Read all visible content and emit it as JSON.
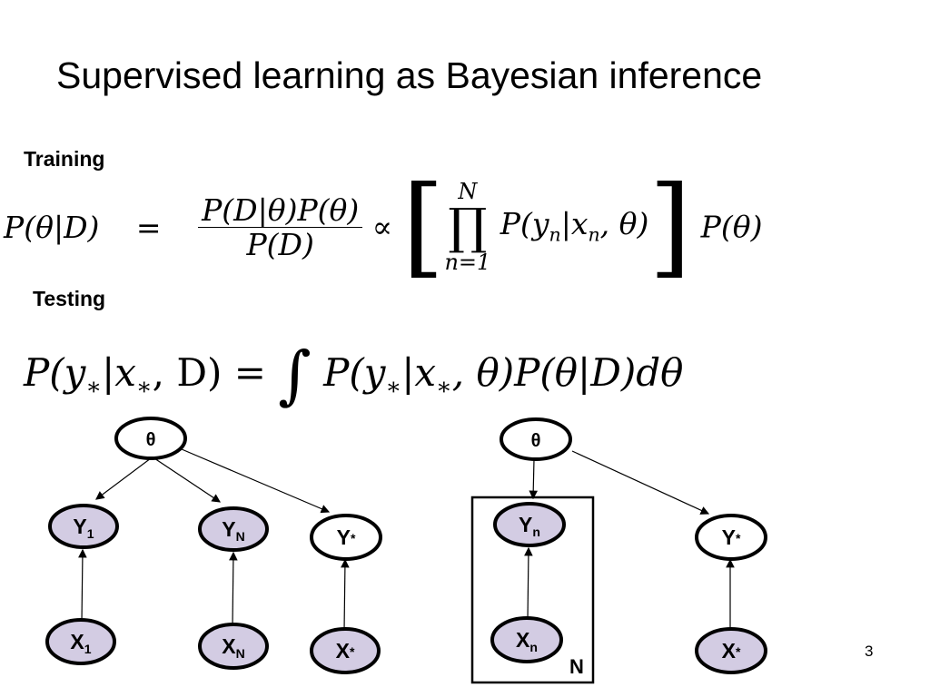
{
  "title": "Supervised learning as Bayesian inference",
  "training_label": "Training",
  "testing_label": "Testing",
  "eq_training": {
    "lhs": "P(θ|D)",
    "eq": "=",
    "num": "P(D|θ)P(θ)",
    "den": "P(D)",
    "prop": "∝",
    "lbracket": "[",
    "prod": "∏",
    "prod_top": "N",
    "prod_bottom": "n=1",
    "term_a": "P(y",
    "sub_n1": "n",
    "term_b": "|x",
    "sub_n2": "n",
    "term_c": ", θ)",
    "rbracket": "]",
    "prior": "P(θ)"
  },
  "eq_testing": {
    "a": "P(y",
    "s1": "∗",
    "b": "|x",
    "s2": "∗",
    "c": ", D) = ",
    "int": "∫",
    "d": " P(y",
    "s3": "∗",
    "e": "|x",
    "s4": "∗",
    "f": ", θ)P(θ|D)dθ"
  },
  "left_graph": {
    "theta": "θ",
    "y1": "Y",
    "y1_sub": "1",
    "yN": "Y",
    "yN_sub": "N",
    "ystar": "Y",
    "ystar_sub": "*",
    "x1": "X",
    "x1_sub": "1",
    "xN": "X",
    "xN_sub": "N",
    "xstar": "X",
    "xstar_sub": "*"
  },
  "right_graph": {
    "theta": "θ",
    "yn": "Y",
    "yn_sub": "n",
    "xn": "X",
    "xn_sub": "n",
    "plate_label": "N",
    "ystar": "Y",
    "ystar_sub": "*",
    "xstar": "X",
    "xstar_sub": "*"
  },
  "colors": {
    "observed_fill": "#d3cce3",
    "latent_fill": "#ffffff"
  },
  "page_number": "3"
}
